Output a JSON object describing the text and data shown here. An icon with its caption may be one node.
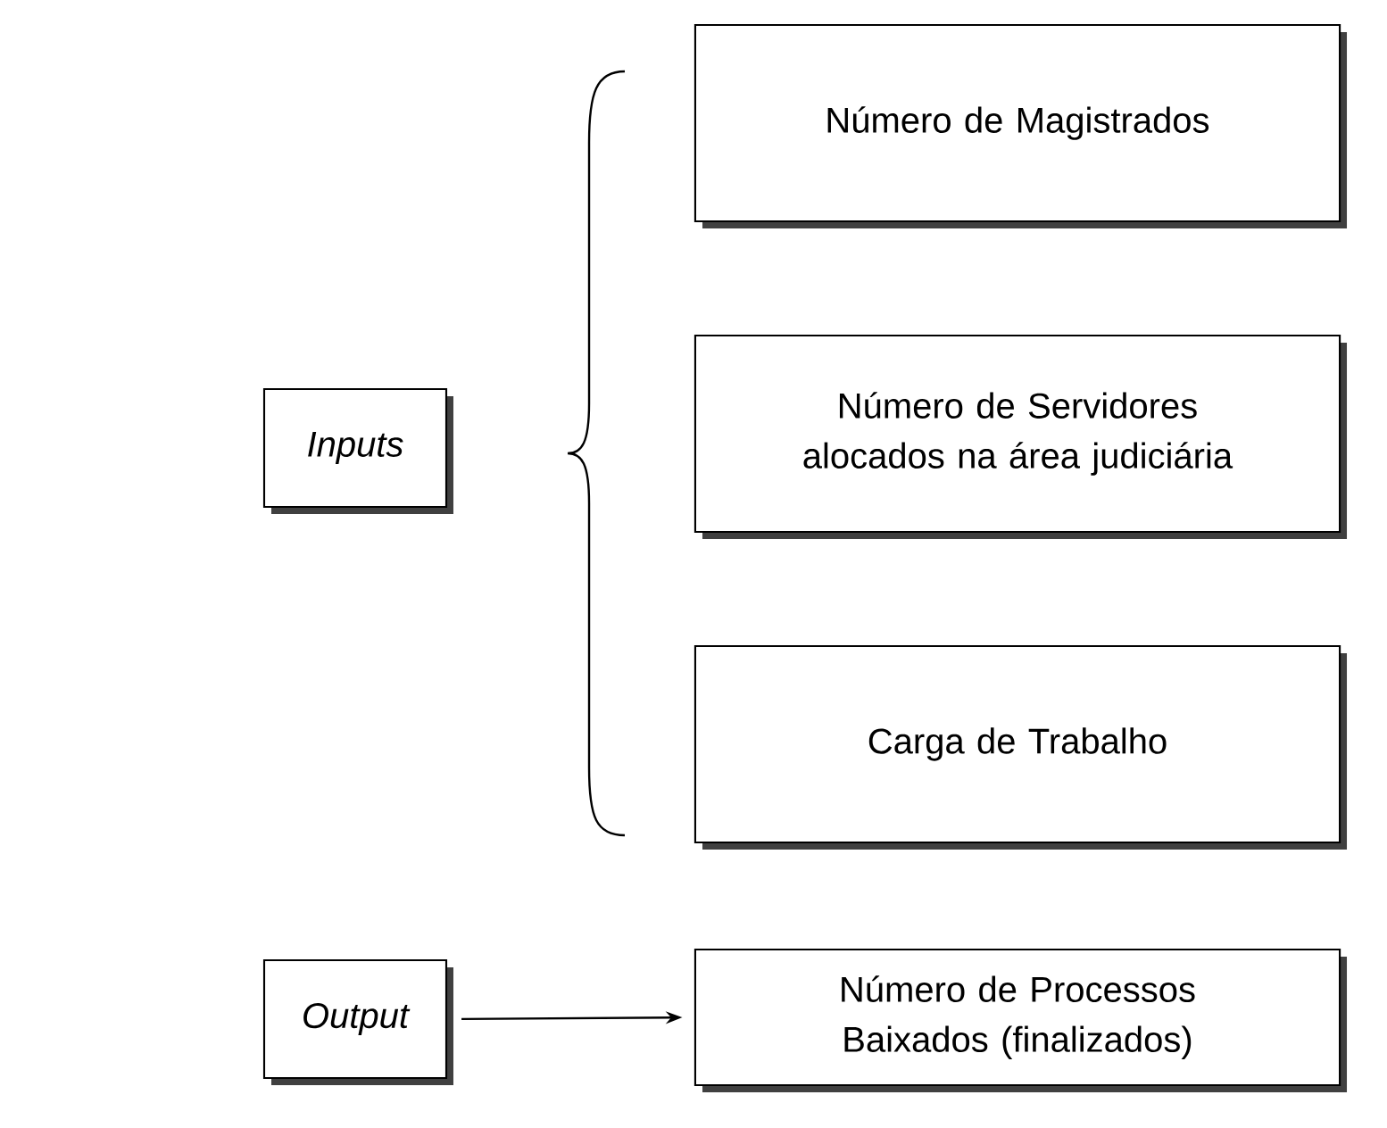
{
  "diagram": {
    "nodes": [
      {
        "text": [
          "Número de Magistrados"
        ]
      },
      {
        "text": [
          "Inputs"
        ]
      },
      {
        "text": [
          "Número de Servidores alocados na área judiciária"
        ]
      },
      {
        "text": [
          "Carga de Trabalho"
        ]
      },
      {
        "text": [
          "Output"
        ]
      },
      {
        "text": [
          "Número de Processos Baixados (finalizados)"
        ]
      }
    ],
    "edges": [
      {
        "from": 4,
        "to": 5,
        "arrow": "to"
      }
    ]
  }
}
